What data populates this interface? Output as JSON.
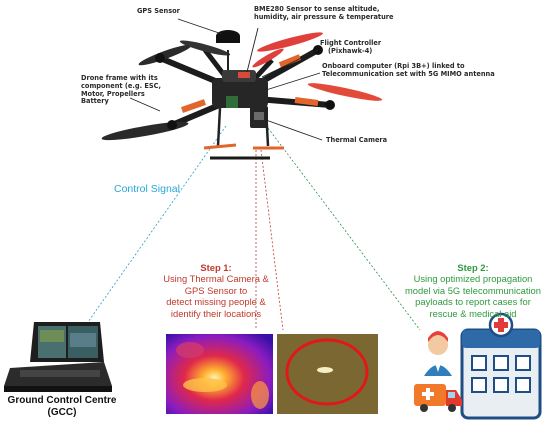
{
  "labels": {
    "gps_sensor": "GPS Sensor",
    "bme_line1": "BME280 Sensor to sense altitude,",
    "bme_line2": "humidity, air pressure & temperature",
    "fc_line1": "Flight Controller",
    "fc_line2": "(Pixhawk-4)",
    "onboard_line1": "Onboard computer (Rpi 3B+) linked to",
    "onboard_line2": "Telecommunication set with 5G MIMO antenna",
    "frame_line1": "Drone frame with its",
    "frame_line2": "component (e.g. ESC,",
    "frame_line3": "Motor, Propellers",
    "frame_line4": "Battery",
    "thermal_camera": "Thermal Camera",
    "control_signal": "Control Signal",
    "gcc_line1": "Ground Control Centre",
    "gcc_line2": "(GCC)"
  },
  "step1": {
    "title": "Step 1:",
    "line1": "Using Thermal Camera &",
    "line2": "GPS Sensor to",
    "line3": "detect missing people &",
    "line4": "identify their locations"
  },
  "step2": {
    "title": "Step 2:",
    "line1": "Using optimized propagation",
    "line2": "model via 5G telecommunication",
    "line3": "payloads to report cases for",
    "line4": "rescue & medical aid"
  },
  "colors": {
    "control_signal": "#29a8d8",
    "step1": "#c0392b",
    "step2": "#2e9a3e",
    "red_link": "#b83a3a",
    "green_link": "#2f8f4e",
    "blue_link": "#3aa6c8"
  },
  "icons": [
    "drone-icon",
    "ground-station-laptop-icon",
    "thermal-image-icon",
    "detection-image-icon",
    "doctor-icon",
    "hospital-icon",
    "ambulance-icon"
  ]
}
